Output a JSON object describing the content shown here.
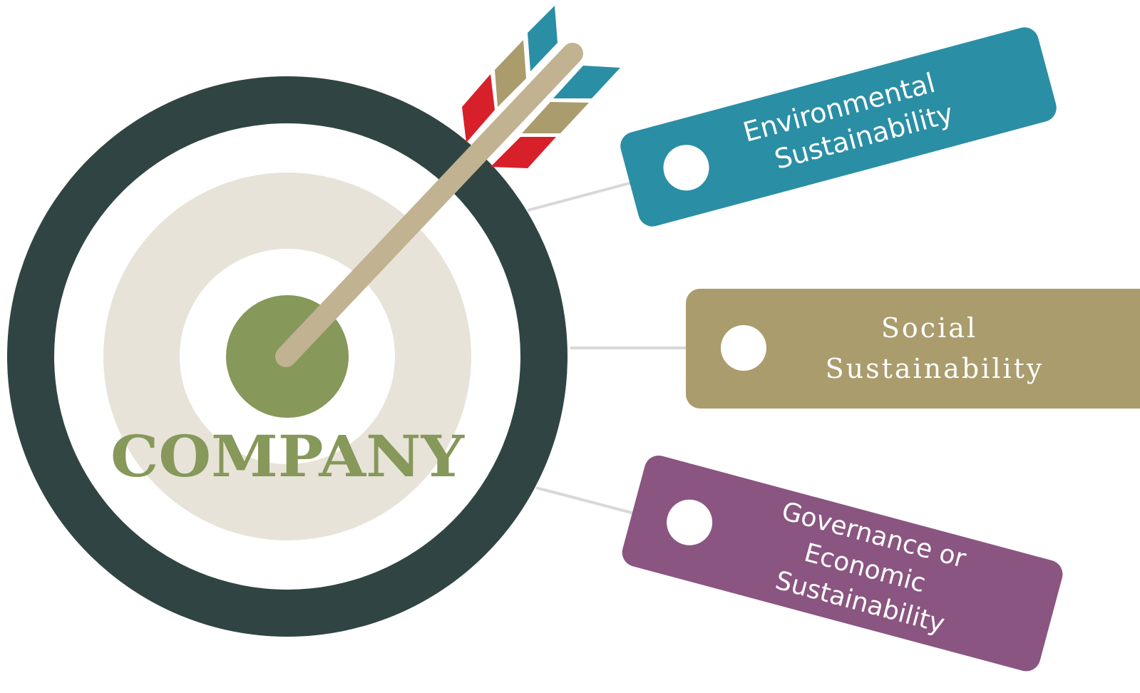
{
  "target": {
    "label": "COMPANY",
    "colors": {
      "outer_ring": "#304543",
      "middle_ring": "#e8e3d8",
      "bullseye": "#86985a",
      "label": "#86985a"
    }
  },
  "arrow": {
    "shaft_color": "#c1b291",
    "fletching_colors": [
      "#2a8ea5",
      "#aa9c6d",
      "#d8202b"
    ]
  },
  "tags": [
    {
      "line1": "Environmental",
      "line2": "Sustainability",
      "line3": "",
      "color": "#2a8ea5"
    },
    {
      "line1": "Social",
      "line2": "Sustainability",
      "line3": "",
      "color": "#aa9c6d"
    },
    {
      "line1": "Governance or",
      "line2": "Economic",
      "line3": "Sustainability",
      "color": "#8a5580"
    }
  ],
  "connector_color": "#d8d8d8"
}
